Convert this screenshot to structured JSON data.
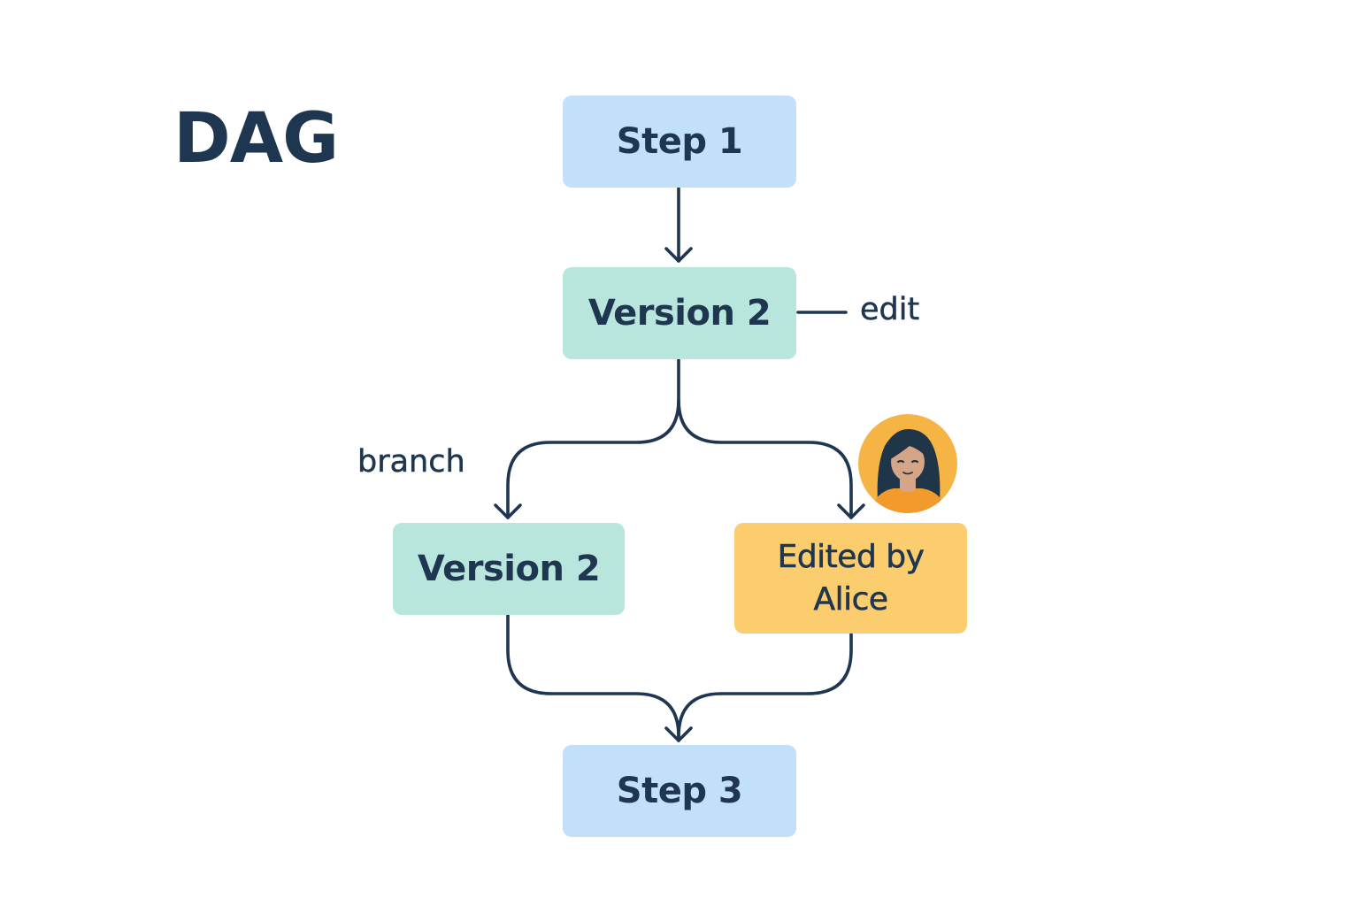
{
  "title": "DAG",
  "colors": {
    "ink": "#1e3650",
    "step_fill": "#c3e0fa",
    "version_fill": "#b9e6dc",
    "edited_fill": "#fbcd6e",
    "avatar_bg": "#f6b445",
    "avatar_shirt": "#f39a2d",
    "avatar_skin": "#d6a587",
    "avatar_hair": "#1f3548"
  },
  "nodes": {
    "step1": "Step 1",
    "version2_top": "Version 2",
    "version2_left": "Version 2",
    "edited_line1": "Edited by",
    "edited_line2": "Alice",
    "step3": "Step 3"
  },
  "edge_labels": {
    "edit": "edit",
    "branch": "branch"
  },
  "avatar_icon": "woman-avatar-icon"
}
